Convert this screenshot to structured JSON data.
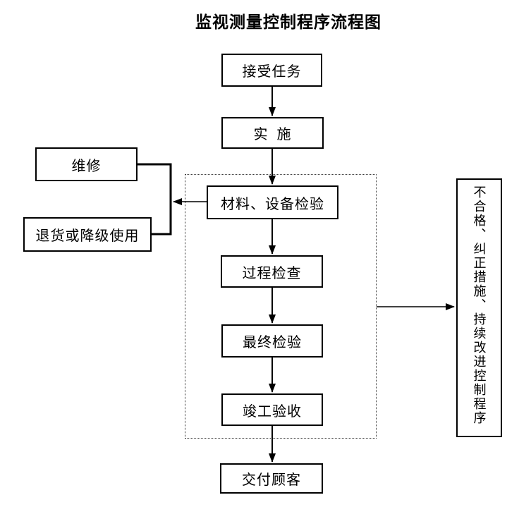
{
  "title": "监视测量控制程序流程图",
  "nodes": {
    "accept_task": "接受任务",
    "implement": "实  施",
    "material_equipment_inspection": "材料、设备检验",
    "process_check": "过程检查",
    "final_inspection": "最终检验",
    "completion_acceptance": "竣工验收",
    "deliver_to_customer": "交付顾客",
    "repair": "维修",
    "return_or_downgrade": "退货或降级使用",
    "nonconforming_panel": "不合格、纠正措施、持续改进控制程序"
  },
  "colors": {
    "line": "#000000",
    "background": "#ffffff",
    "text": "#000000"
  }
}
